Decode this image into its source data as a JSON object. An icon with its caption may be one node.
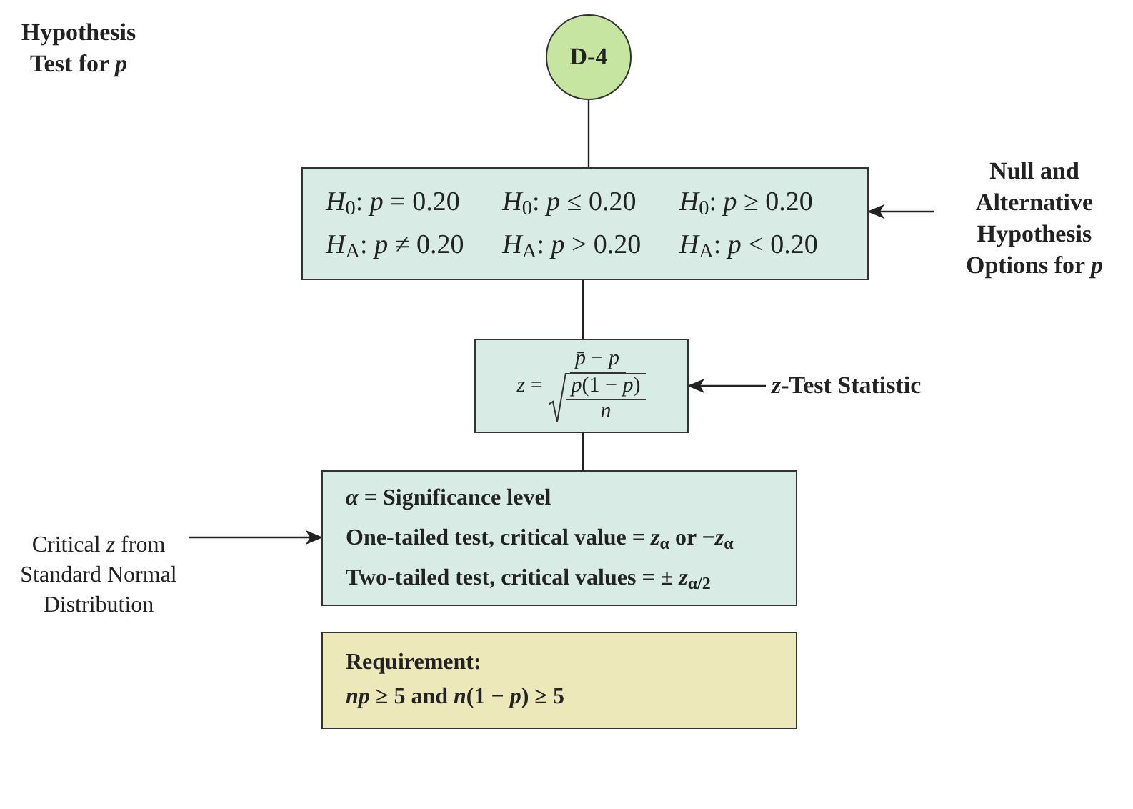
{
  "diagram": {
    "title": "Hypothesis Test for *p*",
    "nodes": [
      {
        "text": [
          "D-4"
        ]
      },
      {
        "text": [
          "*H*$_{0}$: *p* = 0.20",
          "*H*$_{0}$: *p* ≤ 0.20",
          "*H*$_{0}$: *p* ≥ 0.20",
          "*H*$_{A}$: *p* ≠ 0.20",
          "*H*$_{A}$: *p* > 0.20",
          "*H*$_{A}$: *p* < 0.20"
        ]
      },
      {
        "text": [
          "Null and Alternative Hypothesis Options for *p*"
        ]
      },
      {
        "text": [
          "*z* =",
          "*p̄* − *p*",
          "*p*(1 − *p*)",
          "*n*"
        ]
      },
      {
        "text": [
          "*z*-Test Statistic"
        ]
      },
      {
        "text": [
          "Critical *z* from Standard Normal Distribution"
        ]
      },
      {
        "text": [
          "*α* = Significance level",
          "One-tailed test, critical value = *z*$_{α}$ or −*z*$_{α}$",
          "Two-tailed test, critical values = ± *z*$_{α/2}$"
        ]
      },
      {
        "text": [
          "Requirement:",
          "*np* ≥ 5 and *n*(1 − *p*) ≥ 5"
        ]
      }
    ],
    "edges": [
      {
        "from": 0,
        "to": 1,
        "arrow": "none"
      },
      {
        "from": 1,
        "to": 3,
        "arrow": "none"
      },
      {
        "from": 3,
        "to": 6,
        "arrow": "none"
      },
      {
        "from": 2,
        "to": 1,
        "arrow": "to"
      },
      {
        "from": 4,
        "to": 3,
        "arrow": "to"
      },
      {
        "from": 5,
        "to": 6,
        "arrow": "to"
      }
    ]
  }
}
